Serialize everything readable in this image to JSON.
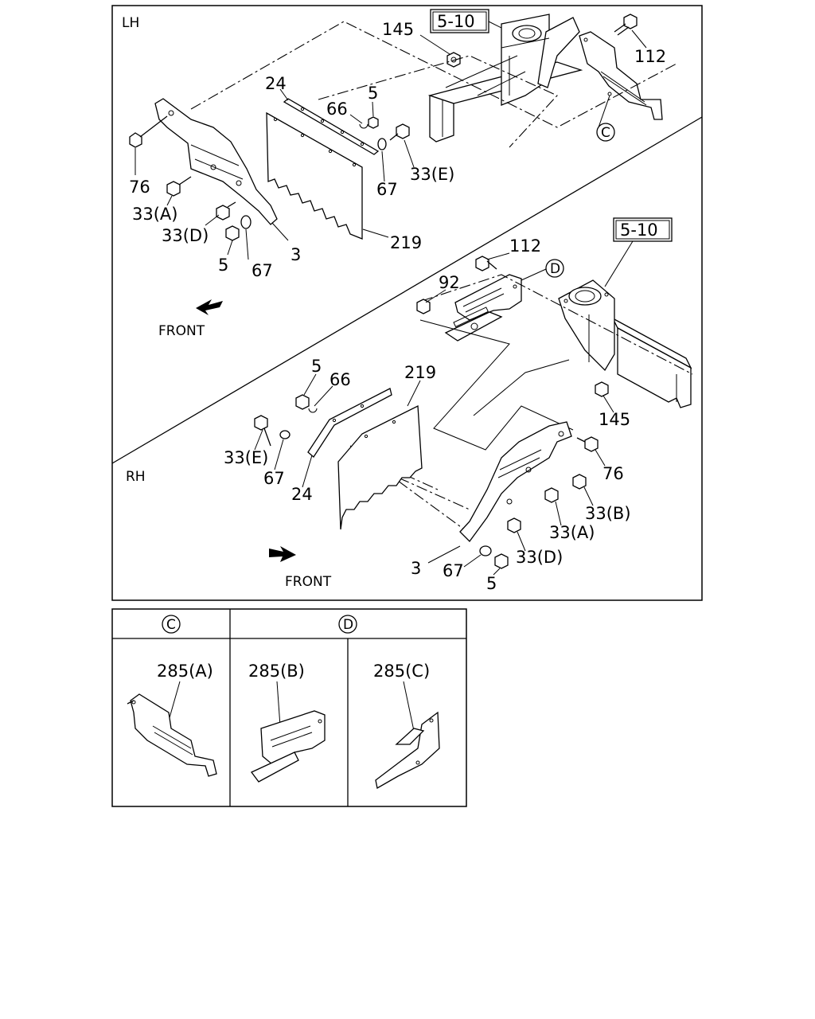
{
  "sections": {
    "lh": "LH",
    "rh": "RH"
  },
  "refs": {
    "lh_ref": "5-10",
    "rh_ref": "5-10"
  },
  "direction": {
    "lh_front": "FRONT",
    "rh_front": "FRONT"
  },
  "lh_callouts": {
    "c145": "145",
    "c112": "112",
    "c24": "24",
    "c5_top": "5",
    "c66": "66",
    "c76": "76",
    "c33e": "33(E)",
    "c67_right": "67",
    "c33a": "33(A)",
    "c33d": "33(D)",
    "c5_bottom": "5",
    "c67_bottom": "67",
    "c3": "3",
    "c219": "219",
    "circle_c": "C"
  },
  "rh_callouts": {
    "c112": "112",
    "circle_d": "D",
    "c92": "92",
    "c5_top": "5",
    "c66": "66",
    "c219": "219",
    "c145": "145",
    "c33e": "33(E)",
    "c67_left": "67",
    "c24": "24",
    "c76": "76",
    "c33b": "33(B)",
    "c33a": "33(A)",
    "c33d": "33(D)",
    "c3": "3",
    "c67_bottom": "67",
    "c5_bottom": "5"
  },
  "detail_table": {
    "header_c": "C",
    "header_d": "D",
    "part_a": "285(A)",
    "part_b": "285(B)",
    "part_c": "285(C)"
  }
}
